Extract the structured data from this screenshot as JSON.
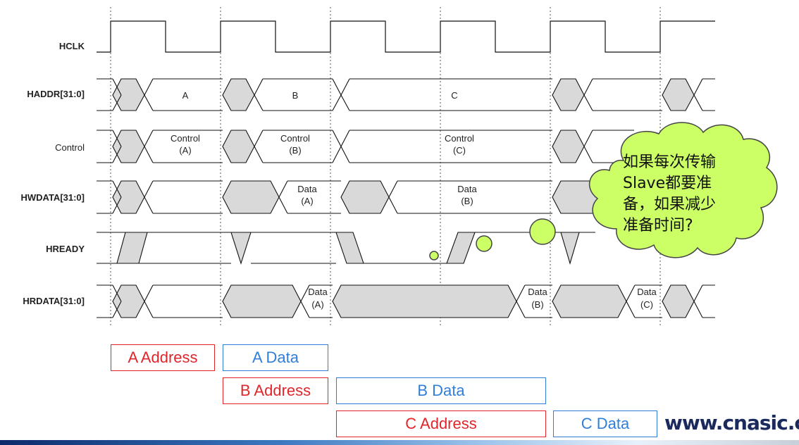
{
  "signals": [
    {
      "id": "hclk",
      "label": "HCLK",
      "bold": true
    },
    {
      "id": "haddr",
      "label": "HADDR[31:0]",
      "bold": true,
      "values": [
        "A",
        "B",
        "C"
      ]
    },
    {
      "id": "control",
      "label": "Control",
      "bold": false,
      "values": [
        [
          "Control",
          "(A)"
        ],
        [
          "Control",
          "(B)"
        ],
        [
          "Control",
          "(C)"
        ]
      ]
    },
    {
      "id": "hwdata",
      "label": "HWDATA[31:0]",
      "bold": true,
      "values": [
        [
          "Data",
          "(A)"
        ],
        [
          "Data",
          "(B)"
        ]
      ]
    },
    {
      "id": "hready",
      "label": "HREADY",
      "bold": true
    },
    {
      "id": "hrdata",
      "label": "HRDATA[31:0]",
      "bold": true,
      "values": [
        [
          "Data",
          "(A)"
        ],
        [
          "Data",
          "(B)"
        ],
        [
          "Data",
          "(C)"
        ]
      ]
    }
  ],
  "phases": {
    "a_address": "A Address",
    "a_data": "A Data",
    "b_address": "B Address",
    "b_data": "B Data",
    "c_address": "C Address",
    "c_data": "C Data"
  },
  "callout": {
    "line1": "如果每次传输",
    "line2": "Slave都要准",
    "line3": "备，如果减少",
    "line4": "准备时间?"
  },
  "watermark": "www.cnasic.cor",
  "colors": {
    "address": "#e0262b",
    "data": "#2f7fd9",
    "cloud_fill": "#ccff66",
    "bus_shade": "#d9d9d9"
  }
}
